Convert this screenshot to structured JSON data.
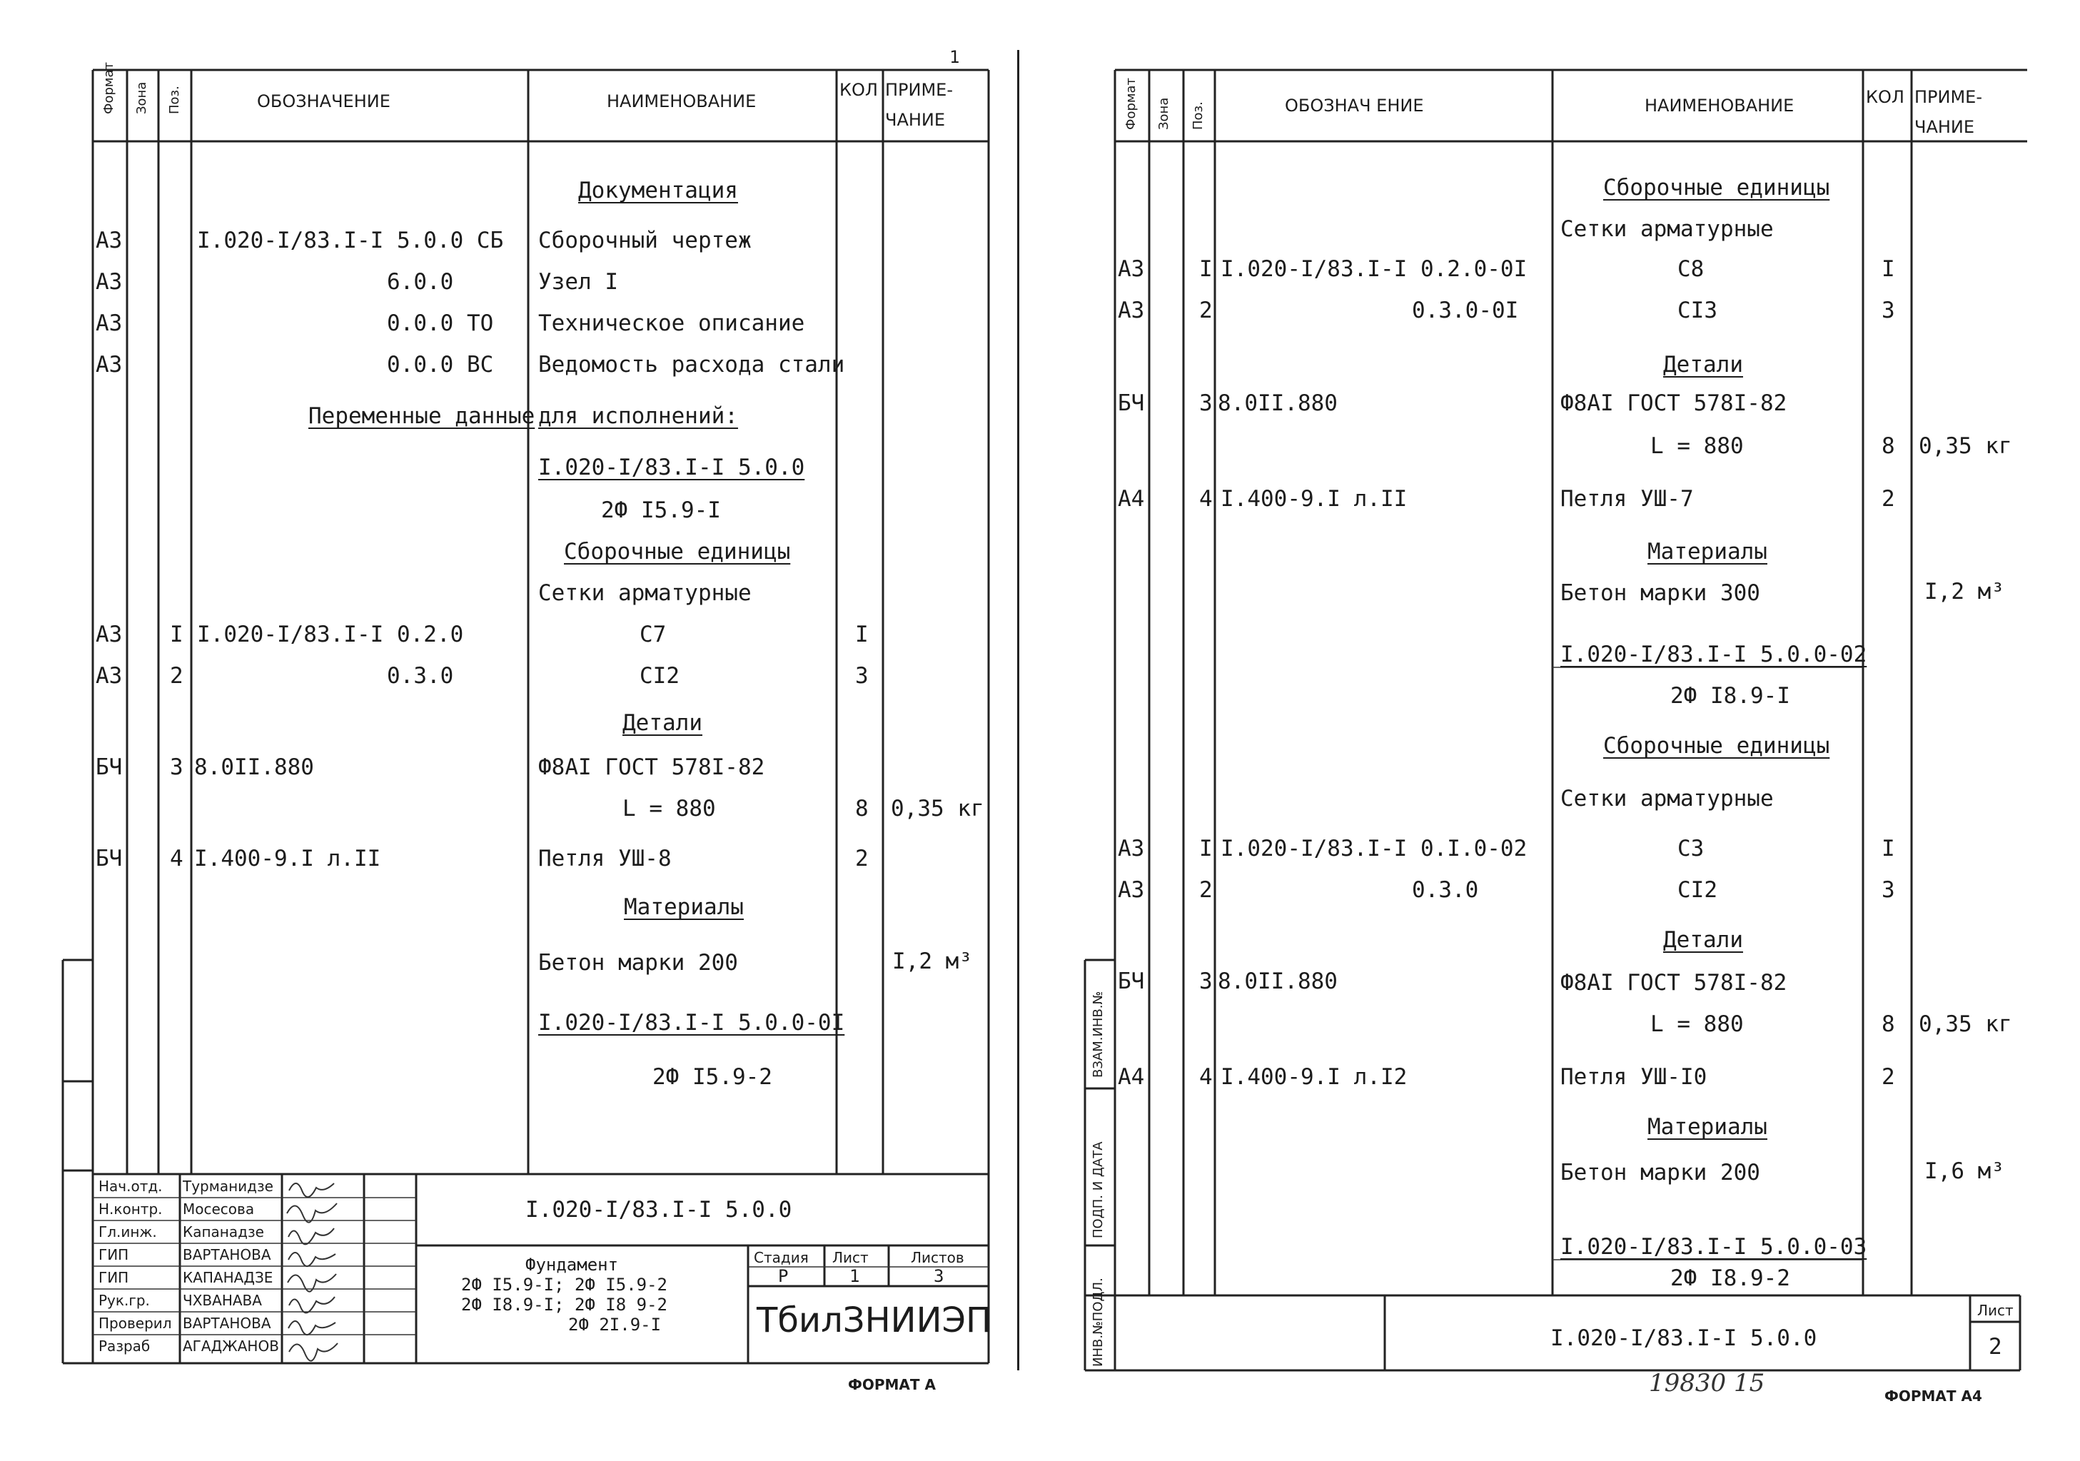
{
  "left": {
    "top_mark": "1",
    "headers": {
      "format": "Формат",
      "zone": "Зона",
      "pos": "Поз.",
      "designation": "ОБОЗНАЧЕНИЕ",
      "name": "НАИМЕНОВАНИЕ",
      "qty": "КОЛ",
      "note1": "ПРИМЕ-",
      "note2": "ЧАНИЕ"
    },
    "rows": [
      {
        "fmt": "",
        "pos": "",
        "des": "",
        "name": "Документация",
        "qty": "",
        "note": ""
      },
      {
        "fmt": "А3",
        "pos": "",
        "des": "I.020-I/83.I-I 5.0.0 СБ",
        "name": "Сборочный чертеж",
        "qty": "",
        "note": ""
      },
      {
        "fmt": "А3",
        "pos": "",
        "des": "6.0.0",
        "name": "Узел I",
        "qty": "",
        "note": ""
      },
      {
        "fmt": "А3",
        "pos": "",
        "des": "0.0.0 ТО",
        "name": "Техническое описание",
        "qty": "",
        "note": ""
      },
      {
        "fmt": "А3",
        "pos": "",
        "des": "0.0.0 ВС",
        "name": "Ведомость расхода стали",
        "qty": "",
        "note": ""
      },
      {
        "fmt": "",
        "pos": "",
        "des": "Переменные данные",
        "name": "для исполнений:",
        "qty": "",
        "note": ""
      },
      {
        "fmt": "",
        "pos": "",
        "des": "",
        "name": "I.020-I/83.I-I 5.0.0",
        "qty": "",
        "note": ""
      },
      {
        "fmt": "",
        "pos": "",
        "des": "",
        "name": "2Ф I5.9-I",
        "qty": "",
        "note": ""
      },
      {
        "fmt": "",
        "pos": "",
        "des": "",
        "name": "Сборочные единицы",
        "qty": "",
        "note": ""
      },
      {
        "fmt": "",
        "pos": "",
        "des": "",
        "name": "Сетки арматурные",
        "qty": "",
        "note": ""
      },
      {
        "fmt": "А3",
        "pos": "I",
        "des": "I.020-I/83.I-I 0.2.0",
        "name": "С7",
        "qty": "I",
        "note": ""
      },
      {
        "fmt": "А3",
        "pos": "2",
        "des": "0.3.0",
        "name": "СI2",
        "qty": "3",
        "note": ""
      },
      {
        "fmt": "",
        "pos": "",
        "des": "",
        "name": "Детали",
        "qty": "",
        "note": ""
      },
      {
        "fmt": "БЧ",
        "pos": "3",
        "des": "8.0II.880",
        "name": "Ф8АI ГОСТ 578I-82",
        "qty": "",
        "note": ""
      },
      {
        "fmt": "",
        "pos": "",
        "des": "",
        "name": "L = 880",
        "qty": "8",
        "note": "0,35 кг"
      },
      {
        "fmt": "БЧ",
        "pos": "4",
        "des": "I.400-9.I л.II",
        "name": "Петля УШ-8",
        "qty": "2",
        "note": ""
      },
      {
        "fmt": "",
        "pos": "",
        "des": "",
        "name": "Материалы",
        "qty": "",
        "note": ""
      },
      {
        "fmt": "",
        "pos": "",
        "des": "",
        "name": "Бетон марки 200",
        "qty": "",
        "note": "I,2 м³"
      },
      {
        "fmt": "",
        "pos": "",
        "des": "",
        "name": "I.020-I/83.I-I 5.0.0-0I",
        "qty": "",
        "note": ""
      },
      {
        "fmt": "",
        "pos": "",
        "des": "",
        "name": "2Ф I5.9-2",
        "qty": "",
        "note": ""
      }
    ],
    "stamp": {
      "people": [
        {
          "role": "Нач.отд.",
          "name": "Турманидзе"
        },
        {
          "role": "Н.контр.",
          "name": "Мосесова"
        },
        {
          "role": "Гл.инж.",
          "name": "Капанадзе"
        },
        {
          "role": "ГИП",
          "name": "ВАРТАНОВА"
        },
        {
          "role": "ГИП",
          "name": "КАПАНАДЗЕ"
        },
        {
          "role": "Рук.гр.",
          "name": "ЧХВАНАВА"
        },
        {
          "role": "Проверил",
          "name": "ВАРТАНОВА"
        },
        {
          "role": "Разраб",
          "name": "АГАДЖАНОВ"
        }
      ],
      "code": "I.020-I/83.I-I 5.0.0",
      "title_lines": [
        "Фундамент",
        "2Ф I5.9-I; 2Ф I5.9-2",
        "2Ф I8.9-I; 2Ф I8 9-2",
        "2Ф 2I.9-I"
      ],
      "stage_label": "Стадия",
      "sheet_label": "Лист",
      "sheets_label": "Листов",
      "stage": "Р",
      "sheet": "1",
      "sheets": "3",
      "org": "ТбилЗНИИЭП"
    },
    "format": "ФОРМАТ А"
  },
  "right": {
    "headers": {
      "format": "Формат",
      "zone": "Зона",
      "pos": "Поз.",
      "designation": "ОБОЗНАЧ ЕНИЕ",
      "name": "НАИМЕНОВАНИЕ",
      "qty": "КОЛ",
      "note1": "ПРИМЕ-",
      "note2": "ЧАНИЕ"
    },
    "rows": [
      {
        "fmt": "",
        "pos": "",
        "des": "",
        "name": "Сборочные единицы",
        "qty": "",
        "note": ""
      },
      {
        "fmt": "",
        "pos": "",
        "des": "",
        "name": "Сетки арматурные",
        "qty": "",
        "note": ""
      },
      {
        "fmt": "А3",
        "pos": "I",
        "des": "I.020-I/83.I-I 0.2.0-0I",
        "name": "С8",
        "qty": "I",
        "note": ""
      },
      {
        "fmt": "А3",
        "pos": "2",
        "des": "0.3.0-0I",
        "name": "СI3",
        "qty": "3",
        "note": ""
      },
      {
        "fmt": "",
        "pos": "",
        "des": "",
        "name": "Детали",
        "qty": "",
        "note": ""
      },
      {
        "fmt": "БЧ",
        "pos": "3",
        "des": "8.0II.880",
        "name": "Ф8АI ГОСТ 578I-82",
        "qty": "",
        "note": ""
      },
      {
        "fmt": "",
        "pos": "",
        "des": "",
        "name": "L = 880",
        "qty": "8",
        "note": "0,35 кг"
      },
      {
        "fmt": "А4",
        "pos": "4",
        "des": "I.400-9.I л.II",
        "name": "Петля УШ-7",
        "qty": "2",
        "note": ""
      },
      {
        "fmt": "",
        "pos": "",
        "des": "",
        "name": "Материалы",
        "qty": "",
        "note": ""
      },
      {
        "fmt": "",
        "pos": "",
        "des": "",
        "name": "Бетон марки 300",
        "qty": "",
        "note": "I,2 м³"
      },
      {
        "fmt": "",
        "pos": "",
        "des": "",
        "name": "I.020-I/83.I-I 5.0.0-02",
        "qty": "",
        "note": ""
      },
      {
        "fmt": "",
        "pos": "",
        "des": "",
        "name": "2Ф I8.9-I",
        "qty": "",
        "note": ""
      },
      {
        "fmt": "",
        "pos": "",
        "des": "",
        "name": "Сборочные единицы",
        "qty": "",
        "note": ""
      },
      {
        "fmt": "",
        "pos": "",
        "des": "",
        "name": "Сетки арматурные",
        "qty": "",
        "note": ""
      },
      {
        "fmt": "А3",
        "pos": "I",
        "des": "I.020-I/83.I-I 0.I.0-02",
        "name": "С3",
        "qty": "I",
        "note": ""
      },
      {
        "fmt": "А3",
        "pos": "2",
        "des": "0.3.0",
        "name": "СI2",
        "qty": "3",
        "note": ""
      },
      {
        "fmt": "",
        "pos": "",
        "des": "",
        "name": "Детали",
        "qty": "",
        "note": ""
      },
      {
        "fmt": "БЧ",
        "pos": "3",
        "des": "8.0II.880",
        "name": "Ф8АI ГОСТ 578I-82",
        "qty": "",
        "note": ""
      },
      {
        "fmt": "",
        "pos": "",
        "des": "",
        "name": "L = 880",
        "qty": "8",
        "note": "0,35 кг"
      },
      {
        "fmt": "А4",
        "pos": "4",
        "des": "I.400-9.I л.I2",
        "name": "Петля УШ-I0",
        "qty": "2",
        "note": ""
      },
      {
        "fmt": "",
        "pos": "",
        "des": "",
        "name": "Материалы",
        "qty": "",
        "note": ""
      },
      {
        "fmt": "",
        "pos": "",
        "des": "",
        "name": "Бетон марки 200",
        "qty": "",
        "note": "I,6 м³"
      },
      {
        "fmt": "",
        "pos": "",
        "des": "",
        "name": "I.020-I/83.I-I 5.0.0-03",
        "qty": "",
        "note": ""
      },
      {
        "fmt": "",
        "pos": "",
        "des": "",
        "name": "2Ф I8.9-2",
        "qty": "",
        "note": ""
      }
    ],
    "side_labels": [
      "ВЗАМ.ИНВ.№",
      "ПОДП. И ДАТА",
      "ИНВ.№ПОДЛ."
    ],
    "stamp": {
      "code": "I.020-I/83.I-I 5.0.0",
      "sheet_label": "Лист",
      "sheet": "2"
    },
    "handwritten": "19830  15",
    "format": "ФОРМАТ А4"
  }
}
